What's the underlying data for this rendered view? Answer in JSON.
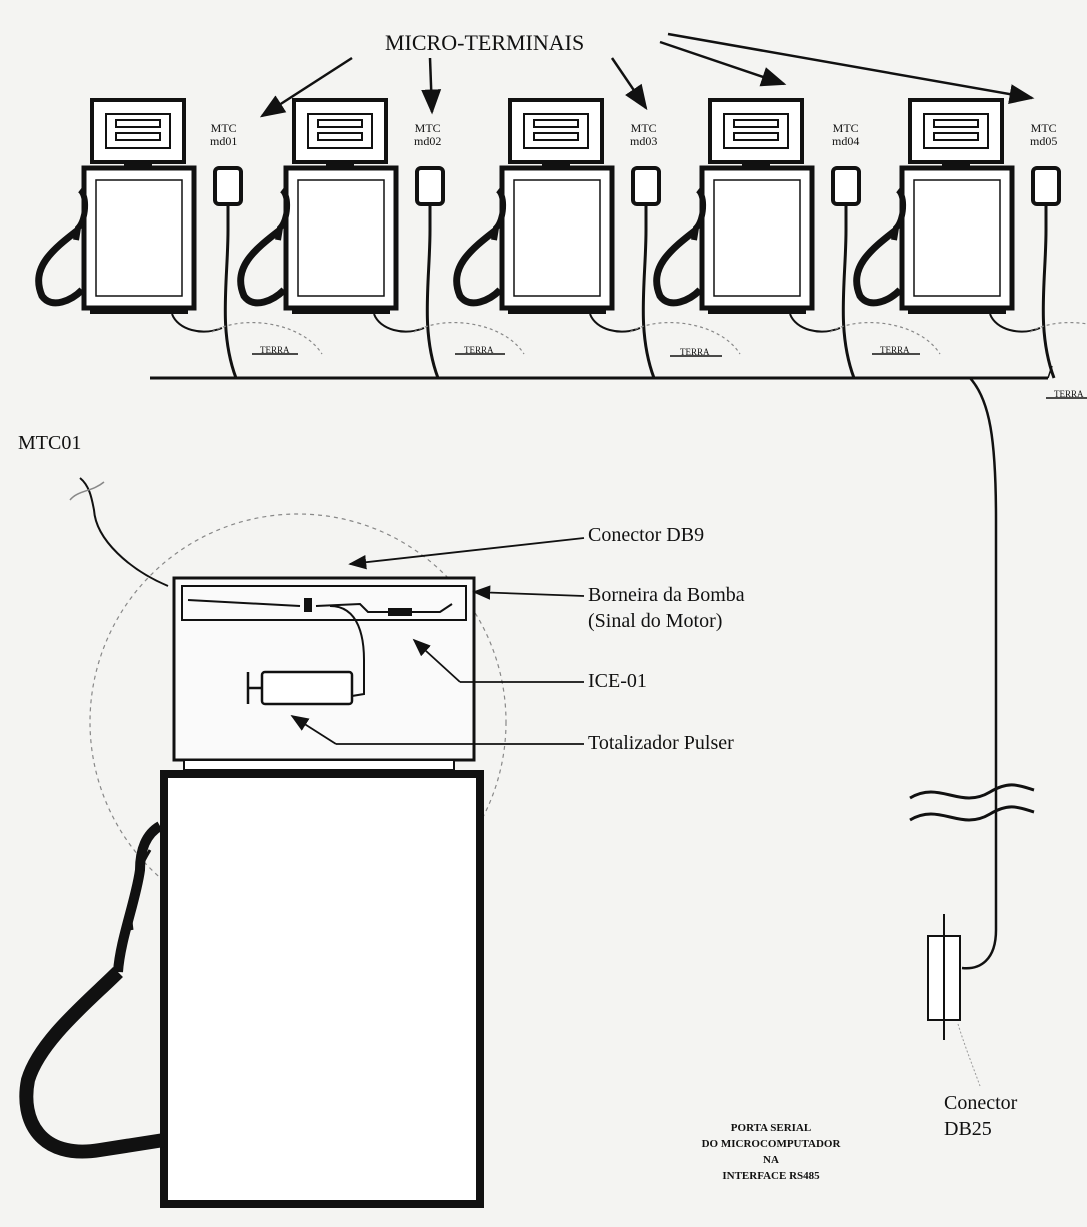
{
  "title": "MICRO-TERMINAIS",
  "terminals": [
    {
      "label_line1": "MTC",
      "label_line2": "md01"
    },
    {
      "label_line1": "MTC",
      "label_line2": "md02"
    },
    {
      "label_line1": "MTC",
      "label_line2": "md03"
    },
    {
      "label_line1": "MTC",
      "label_line2": "md04"
    },
    {
      "label_line1": "MTC",
      "label_line2": "md05"
    }
  ],
  "ground_label": "TERRA",
  "detail": {
    "mtc_label": "MTC01",
    "conector_db9": "Conector DB9",
    "borneira_line1": "Borneira da Bomba",
    "borneira_line2": "(Sinal do Motor)",
    "ice": "ICE-01",
    "totalizador": "Totalizador Pulser"
  },
  "db25": {
    "line1": "Conector",
    "line2": "DB25"
  },
  "caption": {
    "line1": "PORTA SERIAL",
    "line2": "DO MICROCOMPUTADOR",
    "line3": "NA",
    "line4": "INTERFACE RS485"
  }
}
